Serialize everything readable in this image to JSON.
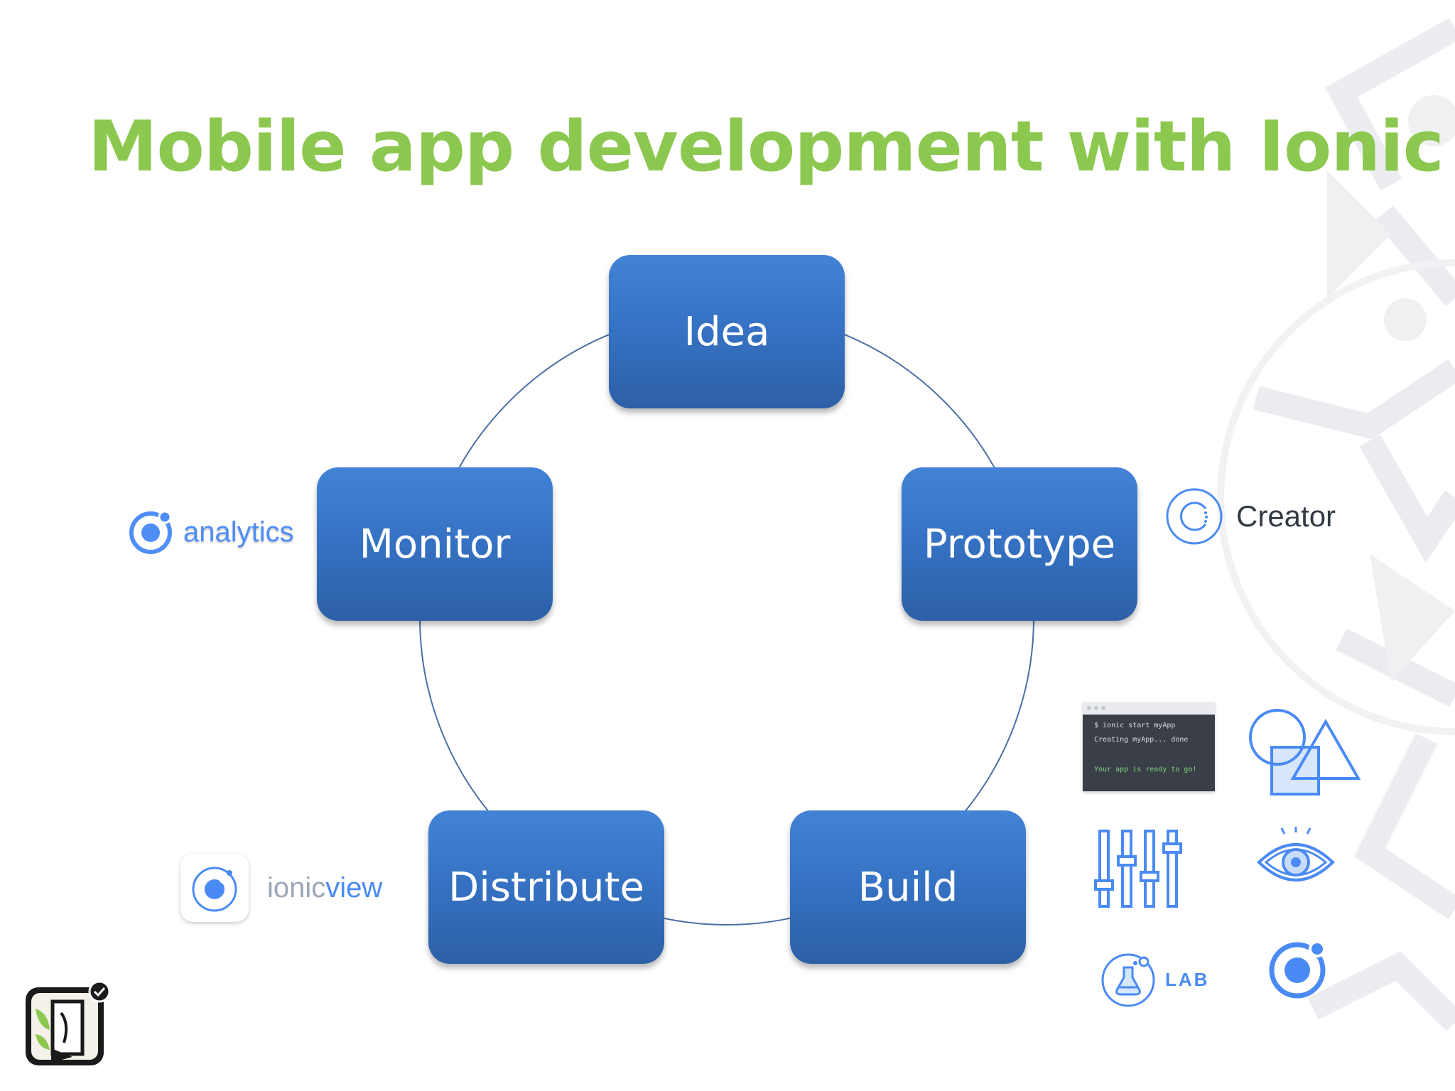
{
  "slide": {
    "title": "Mobile app development with Ionic"
  },
  "diagram": {
    "type": "cycle",
    "stages": [
      {
        "id": "idea",
        "label": "Idea"
      },
      {
        "id": "prototype",
        "label": "Prototype"
      },
      {
        "id": "build",
        "label": "Build"
      },
      {
        "id": "distribute",
        "label": "Distribute"
      },
      {
        "id": "monitor",
        "label": "Monitor"
      }
    ],
    "box_color": "#3b78c8",
    "line_color": "#4a6fa5"
  },
  "logos": {
    "analytics": {
      "text": "analytics",
      "icon": "ionic-logo-icon"
    },
    "ionicview": {
      "text_light": "ionic",
      "text_strong": "view",
      "icon": "ionic-view-icon"
    },
    "creator": {
      "text": "Creator",
      "icon": "creator-icon"
    },
    "lab": {
      "text": "LAB",
      "icon": "flask-icon"
    }
  },
  "terminal": {
    "lines": [
      "$ ionic start myApp",
      "Creating myApp... done",
      "Your app is ready to go!"
    ]
  },
  "icons": [
    "shapes-icon",
    "sliders-icon",
    "eye-icon",
    "ionic-logo-icon"
  ],
  "colors": {
    "title": "#8cc84f",
    "ionic_blue": "#4a8af4"
  }
}
